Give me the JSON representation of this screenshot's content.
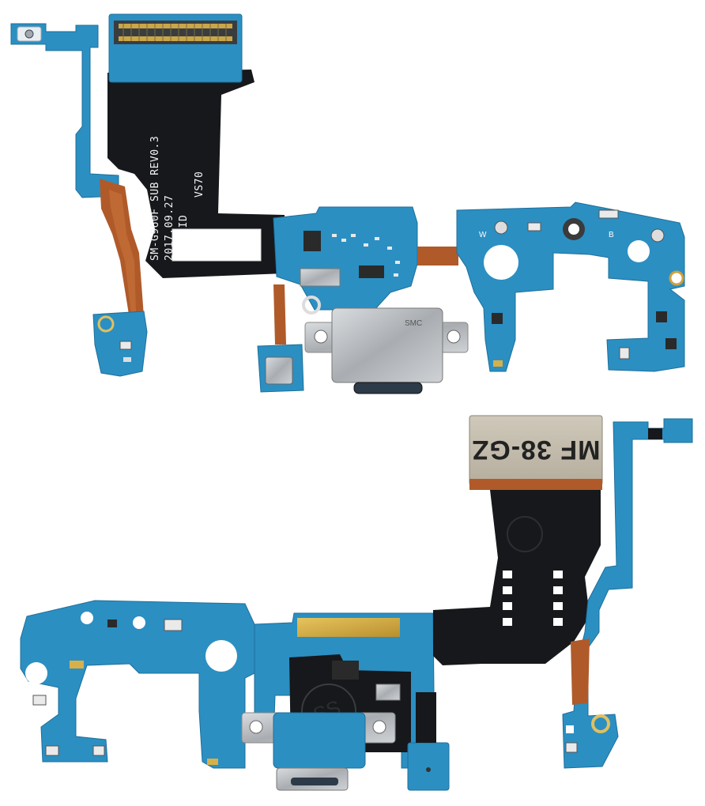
{
  "image": {
    "subject": "Charging port flex cable board (USB-C)",
    "board_top": {
      "silkscreen_lines": [
        "SM-G960F SUB REV0.3",
        "2017.09.27",
        "SITH ID",
        "VS70"
      ],
      "pad_markers": {
        "left": "W",
        "right": "B"
      },
      "connector_text": "SMC"
    },
    "board_bottom": {
      "label_text": "MF 38-GZ",
      "stamp_text": "SS"
    },
    "colors": {
      "pcb_blue": "#2b8fc2",
      "pcb_blue_dark": "#1f6f9a",
      "flex_black": "#16181b",
      "flex_copper": "#b05a2a",
      "metal": "#b9bcbf",
      "gold": "#d8b04a",
      "background": "#ffffff"
    }
  }
}
